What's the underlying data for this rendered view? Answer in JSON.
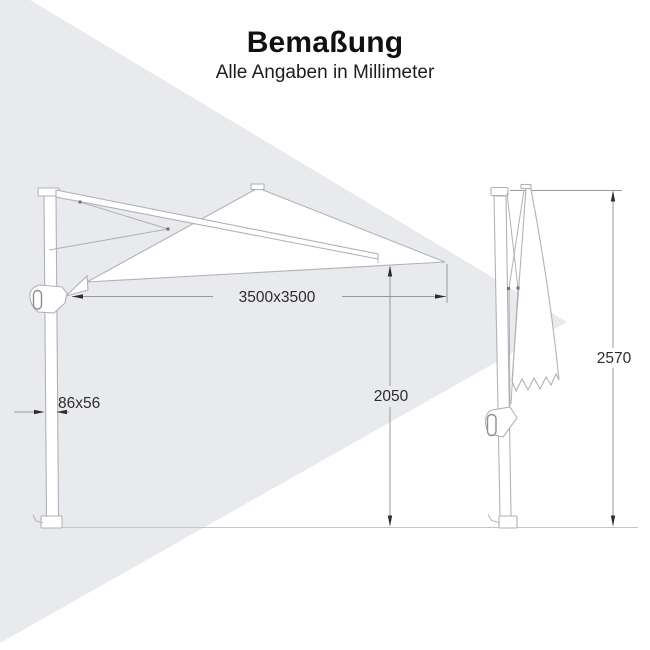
{
  "header": {
    "title": "Bemaßung",
    "subtitle": "Alle Angaben in Millimeter"
  },
  "drawing": {
    "open_view": {
      "canopy_size": "3500x3500",
      "clearance_height": "2050",
      "mast_profile": "86x56"
    },
    "closed_view": {
      "total_height": "2570"
    }
  },
  "colors": {
    "background": "#ffffff",
    "watermark": "#e9eaed",
    "outline": "#b1b2b8",
    "dimension_line": "#97989d",
    "dimension_text": "#2c2c2e",
    "title_text": "#111112",
    "ground_line": "#c4c5c9"
  }
}
